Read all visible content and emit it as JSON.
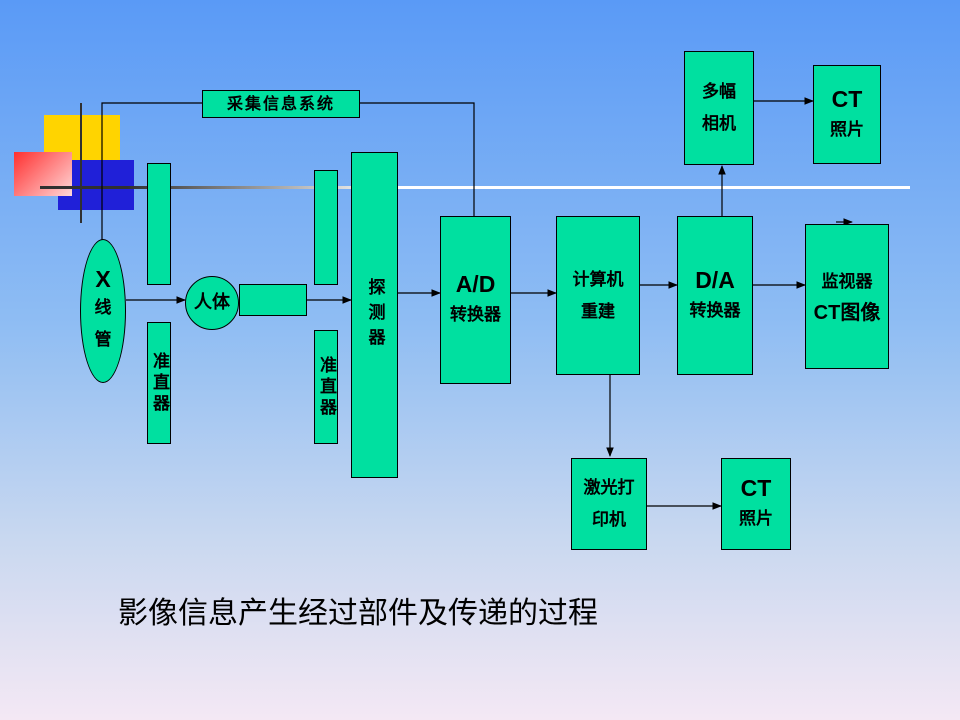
{
  "caption": "影像信息产生经过部件及传递的过程",
  "nodes": {
    "acquisition": "采集信息系统",
    "xray_tube": "X线管",
    "xray_tube_lines": [
      "X",
      "线",
      "管"
    ],
    "collimator_1": "准直器",
    "patient": "人体",
    "collimator_2": "准直器",
    "detector": "探测器",
    "adc_line1": "A/D",
    "adc_line2": "转换器",
    "computer_line1": "计算机",
    "computer_line2": "重建",
    "dac_line1": "D/A",
    "dac_line2": "转换器",
    "multiformat_line1": "多幅",
    "multiformat_line2": "相机",
    "ct_photo_top_line1": "CT",
    "ct_photo_top_line2": "照片",
    "monitor_line1": "监视器",
    "monitor_line2": "CT图像",
    "laser_line1": "激光打",
    "laser_line2": "印机",
    "ct_photo_bottom_line1": "CT",
    "ct_photo_bottom_line2": "照片"
  },
  "colors": {
    "box_fill": "#00e0a0",
    "background_top": "#5a9af6",
    "background_bottom": "#f4e8f4"
  }
}
